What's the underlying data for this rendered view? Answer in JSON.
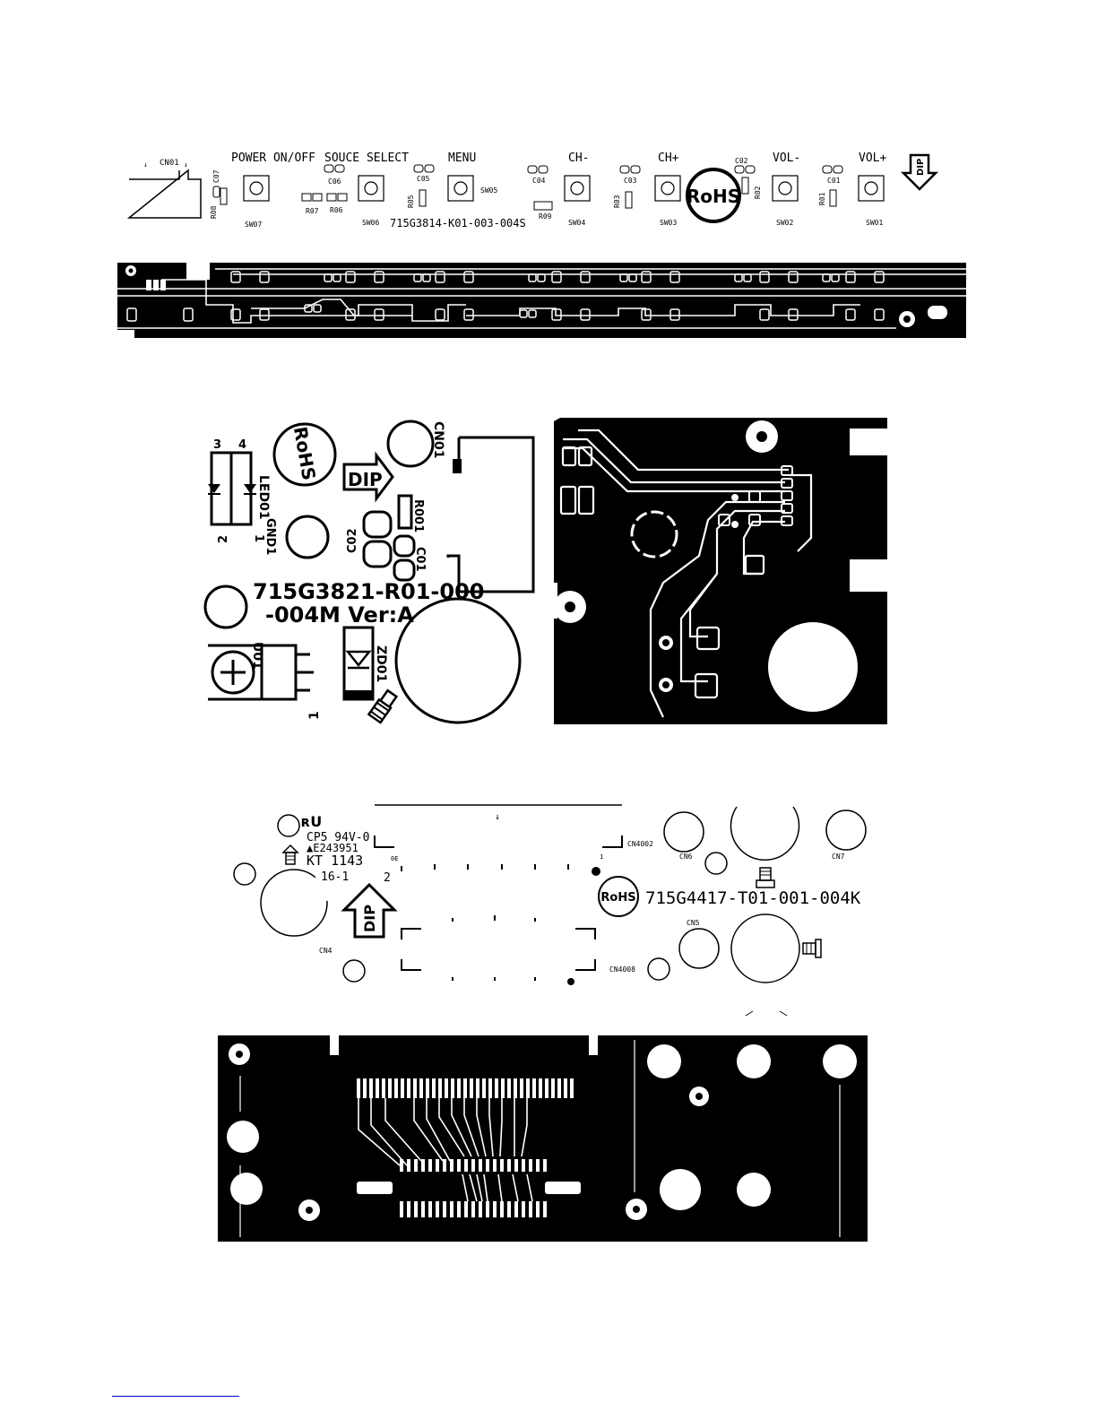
{
  "board1": {
    "silkscreen": {
      "connector": "CN01",
      "buttons": [
        {
          "label": "POWER ON/OFF",
          "switch": "SW07"
        },
        {
          "label": "SOUCE SELECT",
          "switch": "SW06"
        },
        {
          "label": "MENU",
          "switch": "SW05"
        },
        {
          "label": "CH-",
          "switch": "SW04"
        },
        {
          "label": "CH+",
          "switch": "SW03"
        },
        {
          "label": "VOL-",
          "switch": "SW02"
        },
        {
          "label": "VOL+",
          "switch": "SW01"
        }
      ],
      "capacitors": [
        "C07",
        "C06",
        "C05",
        "C04",
        "C03",
        "C02",
        "C01"
      ],
      "resistors": [
        "R08",
        "R07",
        "R06",
        "R05",
        "R09",
        "R03",
        "R02",
        "R01"
      ],
      "part_number": "715G3814-K01-003-004S",
      "rohs": "RoHS",
      "dip": "DIP"
    }
  },
  "board2": {
    "silkscreen": {
      "rohs": "RoHS",
      "dip": "DIP",
      "connector": "CN01",
      "led": "LED01",
      "gnd": "GND1",
      "pins": [
        "3",
        "4",
        "2",
        "1"
      ],
      "resistor": "R001",
      "capacitors": [
        "C02",
        "C01"
      ],
      "part_number_line1": "715G3821-R01-000",
      "part_number_line2": "-004M Ver:A",
      "ic": "U01",
      "zener": "ZD01",
      "pin1": "1"
    }
  },
  "board3": {
    "silkscreen": {
      "ul_mark": "ʀU",
      "material": "CP5 94V-0",
      "file_no": "▲E243951",
      "date_code": "KT 1143",
      "rev": "16-1",
      "pin2": "2",
      "dip": "DIP",
      "rohs": "RoHS",
      "part_number": "715G4417-T01-001-004K",
      "connectors": [
        "CN4002",
        "CN6",
        "CN7",
        "CN5",
        "CN4",
        "CN4008"
      ],
      "small_mark": "0E",
      "pin1": "1"
    }
  }
}
